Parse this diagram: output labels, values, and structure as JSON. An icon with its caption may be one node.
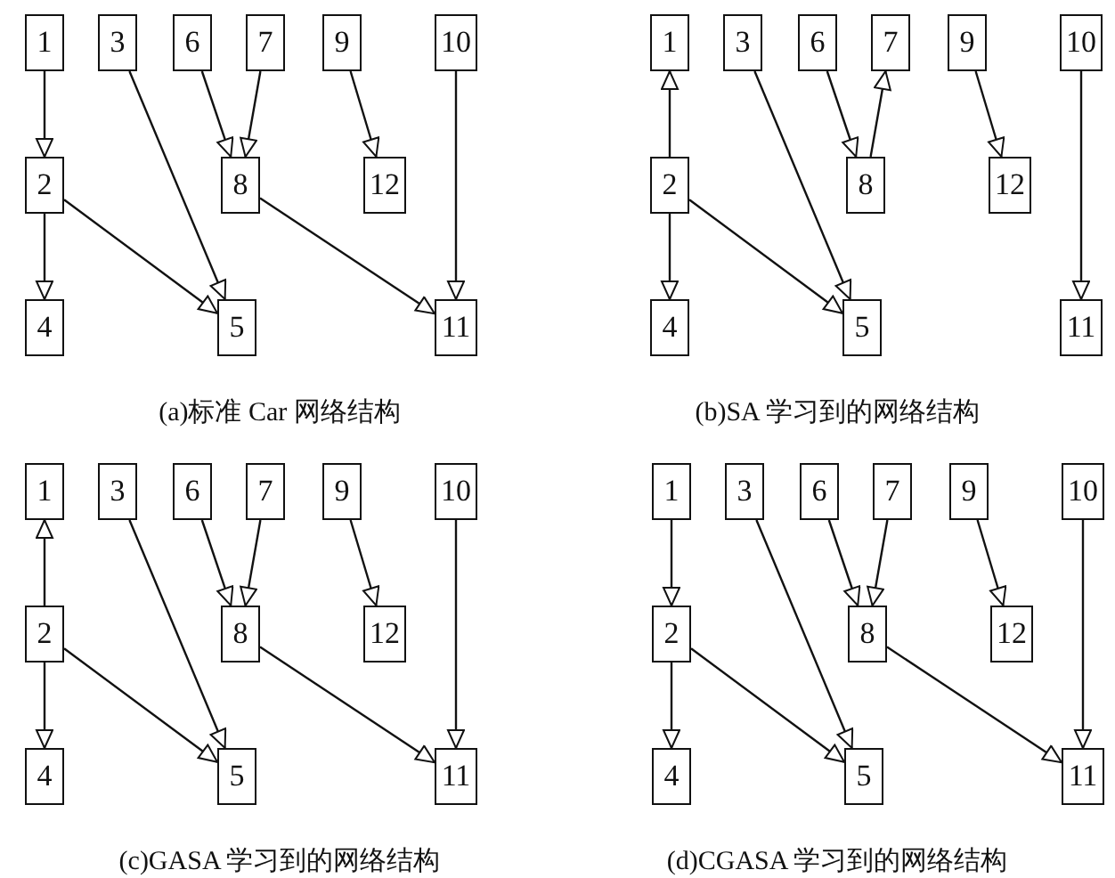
{
  "diagram": {
    "nodes": [
      {
        "text": [
          "1"
        ]
      },
      {
        "text": [
          "3"
        ]
      },
      {
        "text": [
          "6"
        ]
      },
      {
        "text": [
          "7"
        ]
      },
      {
        "text": [
          "9"
        ]
      },
      {
        "text": [
          "10"
        ]
      },
      {
        "text": [
          "2"
        ]
      },
      {
        "text": [
          "8"
        ]
      },
      {
        "text": [
          "12"
        ]
      },
      {
        "text": [
          "4"
        ]
      },
      {
        "text": [
          "5"
        ]
      },
      {
        "text": [
          "11"
        ]
      },
      {
        "text": [
          "1"
        ]
      },
      {
        "text": [
          "3"
        ]
      },
      {
        "text": [
          "6"
        ]
      },
      {
        "text": [
          "7"
        ]
      },
      {
        "text": [
          "9"
        ]
      },
      {
        "text": [
          "10"
        ]
      },
      {
        "text": [
          "2"
        ]
      },
      {
        "text": [
          "8"
        ]
      },
      {
        "text": [
          "12"
        ]
      },
      {
        "text": [
          "4"
        ]
      },
      {
        "text": [
          "5"
        ]
      },
      {
        "text": [
          "11"
        ]
      },
      {
        "text": [
          "1"
        ]
      },
      {
        "text": [
          "3"
        ]
      },
      {
        "text": [
          "6"
        ]
      },
      {
        "text": [
          "7"
        ]
      },
      {
        "text": [
          "9"
        ]
      },
      {
        "text": [
          "10"
        ]
      },
      {
        "text": [
          "2"
        ]
      },
      {
        "text": [
          "8"
        ]
      },
      {
        "text": [
          "12"
        ]
      },
      {
        "text": [
          "4"
        ]
      },
      {
        "text": [
          "5"
        ]
      },
      {
        "text": [
          "11"
        ]
      },
      {
        "text": [
          "1"
        ]
      },
      {
        "text": [
          "3"
        ]
      },
      {
        "text": [
          "6"
        ]
      },
      {
        "text": [
          "7"
        ]
      },
      {
        "text": [
          "9"
        ]
      },
      {
        "text": [
          "10"
        ]
      },
      {
        "text": [
          "2"
        ]
      },
      {
        "text": [
          "8"
        ]
      },
      {
        "text": [
          "12"
        ]
      },
      {
        "text": [
          "4"
        ]
      },
      {
        "text": [
          "5"
        ]
      },
      {
        "text": [
          "11"
        ]
      }
    ],
    "edges": [
      {
        "from": 0,
        "to": 6,
        "arrow": "to"
      },
      {
        "from": 6,
        "to": 9,
        "arrow": "to"
      },
      {
        "from": 6,
        "to": 10,
        "arrow": "to"
      },
      {
        "from": 1,
        "to": 10,
        "arrow": "to"
      },
      {
        "from": 2,
        "to": 7,
        "arrow": "to"
      },
      {
        "from": 3,
        "to": 7,
        "arrow": "to"
      },
      {
        "from": 4,
        "to": 8,
        "arrow": "to"
      },
      {
        "from": 7,
        "to": 11,
        "arrow": "to"
      },
      {
        "from": 5,
        "to": 11,
        "arrow": "to"
      },
      {
        "from": 18,
        "to": 12,
        "arrow": "to"
      },
      {
        "from": 18,
        "to": 21,
        "arrow": "to"
      },
      {
        "from": 18,
        "to": 22,
        "arrow": "to"
      },
      {
        "from": 13,
        "to": 22,
        "arrow": "to"
      },
      {
        "from": 14,
        "to": 19,
        "arrow": "to"
      },
      {
        "from": 19,
        "to": 15,
        "arrow": "to"
      },
      {
        "from": 16,
        "to": 20,
        "arrow": "to"
      },
      {
        "from": 17,
        "to": 23,
        "arrow": "to"
      },
      {
        "from": 30,
        "to": 24,
        "arrow": "to"
      },
      {
        "from": 30,
        "to": 33,
        "arrow": "to"
      },
      {
        "from": 30,
        "to": 34,
        "arrow": "to"
      },
      {
        "from": 25,
        "to": 34,
        "arrow": "to"
      },
      {
        "from": 26,
        "to": 31,
        "arrow": "to"
      },
      {
        "from": 27,
        "to": 31,
        "arrow": "to"
      },
      {
        "from": 28,
        "to": 32,
        "arrow": "to"
      },
      {
        "from": 31,
        "to": 35,
        "arrow": "to"
      },
      {
        "from": 29,
        "to": 35,
        "arrow": "to"
      },
      {
        "from": 36,
        "to": 42,
        "arrow": "to"
      },
      {
        "from": 42,
        "to": 45,
        "arrow": "to"
      },
      {
        "from": 42,
        "to": 46,
        "arrow": "to"
      },
      {
        "from": 37,
        "to": 46,
        "arrow": "to"
      },
      {
        "from": 38,
        "to": 43,
        "arrow": "to"
      },
      {
        "from": 39,
        "to": 43,
        "arrow": "to"
      },
      {
        "from": 40,
        "to": 44,
        "arrow": "to"
      },
      {
        "from": 43,
        "to": 47,
        "arrow": "to"
      },
      {
        "from": 41,
        "to": 47,
        "arrow": "to"
      }
    ],
    "labels": [
      "(a)标准 Car 网络结构",
      "(b)SA 学习到的网络结构",
      "(c)GASA 学习到的网络结构",
      "(d)CGASA 学习到的网络结构"
    ]
  }
}
